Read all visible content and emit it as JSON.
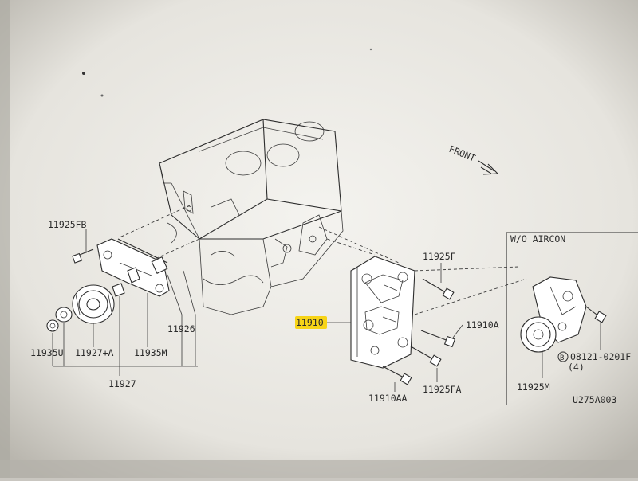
{
  "diagram": {
    "front_label": "FRONT",
    "section_title": "W/O AIRCON",
    "drawing_code": "U275A003",
    "highlight_color": "#f7d417",
    "parts": {
      "p11925FB": "11925FB",
      "p11926": "11926",
      "p11935U": "11935U",
      "p11927A": "11927+A",
      "p11935M": "11935M",
      "p11927": "11927",
      "p11910": "11910",
      "p11925F": "11925F",
      "p11910A": "11910A",
      "p11925FA": "11925FA",
      "p11910AA": "11910AA",
      "p08121": "08121-0201F",
      "p08121_qty": "(4)",
      "p08121_mark": "B",
      "p11925M": "11925M"
    }
  }
}
